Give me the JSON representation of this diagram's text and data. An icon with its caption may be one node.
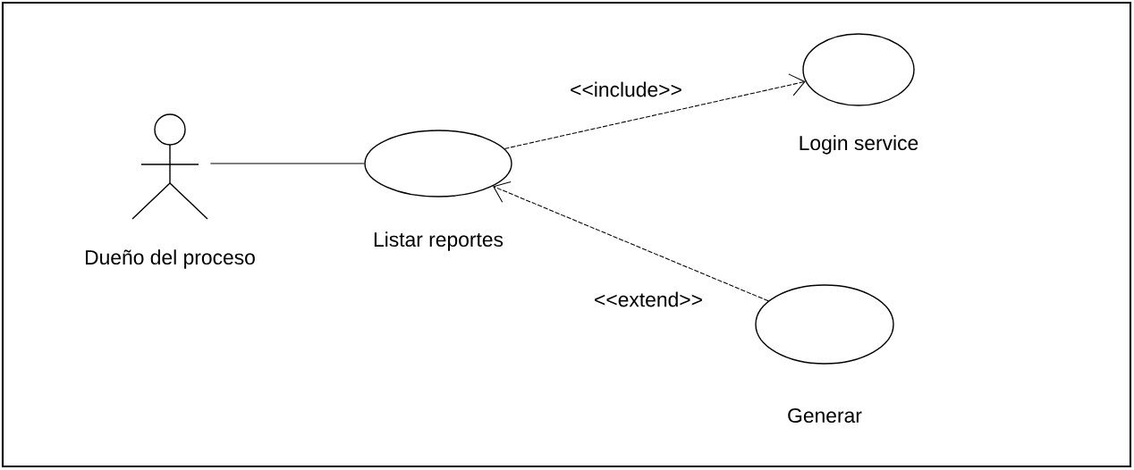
{
  "diagram": {
    "nodes": [
      {
        "text": [
          "Dueño del proceso"
        ]
      },
      {
        "text": [
          "Listar reportes"
        ]
      },
      {
        "text": [
          "Login service"
        ]
      },
      {
        "text": [
          "Generar"
        ]
      }
    ],
    "edges": [
      {
        "from": 0,
        "to": 1,
        "arrow": "none"
      },
      {
        "from": 1,
        "to": 2,
        "arrow": "to",
        "label": "<<include>>",
        "style": "dashed"
      },
      {
        "from": 3,
        "to": 1,
        "arrow": "to",
        "label": "<<extend>>",
        "style": "dashed"
      }
    ]
  }
}
